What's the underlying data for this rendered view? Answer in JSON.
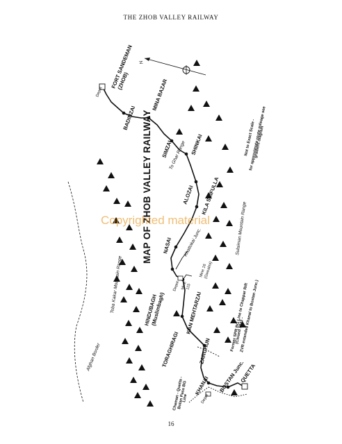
{
  "running_head": "THE ZHOB VALLEY RAILWAY",
  "page_number": "16",
  "map_title": "MAP OF ZHOB VALLEY RAILWAY",
  "north_label": "N",
  "watermark": "Copyrighted material",
  "scale_note": [
    "Not to Exact Scale -",
    "for approximate route mileage see",
    "gradient diagram"
  ],
  "stations": {
    "fort_sandeman": [
      "FORT SANDEMAN",
      "(ZHOB)"
    ],
    "depot_north": "Depot",
    "badinzai": "BADINZAI",
    "mina_bazar": "MINA BAZAR",
    "simzai": "SIMZAI",
    "shinkai": "SHINKAI",
    "alozai": "ALOZAI",
    "kila_saifulla": "KILA SAIFULLA",
    "nasai": "NASAI",
    "khanai_junc_upper": "Khattokai Junc.",
    "hindubagh": [
      "HINDUBAGH",
      "(Muslimbagh)"
    ],
    "depot_hindubagh": "Depot",
    "kan_mehtarzai": "KAN MEHTARZAI",
    "toragharghi": "TORAGHIRAGI",
    "zarghun": "ZARGHUN",
    "khanai": "KHANAI",
    "depot_south": "Depot",
    "bostan_junc": "BOSTAN Junc.",
    "quetta": "QUETTA"
  },
  "mines": {
    "mine_115": [
      "Mine",
      "115"
    ],
    "mine_16": [
      "Mine 16",
      "(Gwealmi)"
    ]
  },
  "regions": {
    "toba_kakar": "Toba Kakar Mountain Range",
    "sulaiman": "Sulaiman Mountain Range",
    "afghan_border": "Afghan Border",
    "to_ghar_range": "To Ghar Range"
  },
  "notes": {
    "former_link": [
      "Former SPR BG Line to Chappar Rift",
      "(Closed 1942 -",
      "ZVR extended Khanai to Bostan Junc.)"
    ],
    "chaman_line": [
      "Chaman - Quetta -",
      "Bolan Pass BG",
      "Line"
    ]
  },
  "colors": {
    "ink": "#111111",
    "watermark": "#e8a23a",
    "background": "#ffffff"
  }
}
